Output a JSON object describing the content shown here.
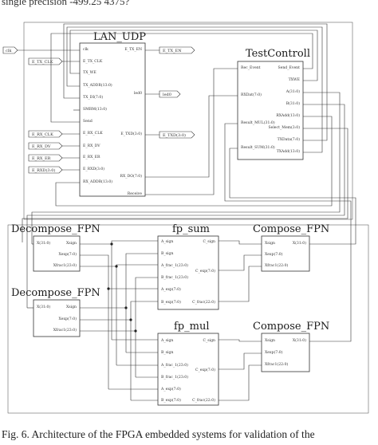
{
  "header_fragment": "single precision -499.25 4375?",
  "caption": "Fig. 6.   Architecture of the FPGA embedded systems for validation of the",
  "blocks": {
    "lan_udp": {
      "title": "LAN_UDP",
      "left_ports": [
        "clk",
        "E_TX_CLK",
        "TX_WE",
        "TX_ADDR(13:0)",
        "TX_DI(7:0)",
        "SMRM(13:0)",
        "Send",
        "E_RX_CLK",
        "E_RX_DV",
        "E_RX_ER",
        "E_RXD(3:0)",
        "RX_ADDR(13:0)"
      ],
      "right_ports": [
        "E_TX_EN",
        "led0",
        "E_TXD(3:0)",
        "RX_DO(7:0)",
        "Receive"
      ]
    },
    "test_controll": {
      "title": "TestControll",
      "left_ports": [
        "Rec_Event",
        "RXDat(7:0)",
        "Result_MUL(31:0)",
        "Result_SUM(31:0)"
      ],
      "right_ports": [
        "Send_Event",
        "TXWE",
        "A(31:0)",
        "B(31:0)",
        "RXAdd(13:0)",
        "Select_Mem(3:0)",
        "TXData(7:0)",
        "TXAdd(13:0)"
      ]
    },
    "decompose_1": {
      "title": "Decompose_FPN",
      "left_ports": [
        "X(31:0)"
      ],
      "right_ports": [
        "Xsign",
        "Xexp(7:0)",
        "Xfrac1(23:0)"
      ]
    },
    "decompose_2": {
      "title": "Decompose_FPN",
      "left_ports": [
        "X(31:0)"
      ],
      "right_ports": [
        "Xsign",
        "Xexp(7:0)",
        "Xfrac1(23:0)"
      ]
    },
    "fp_sum": {
      "title": "fp_sum",
      "left_ports": [
        "A_sign",
        "B_sign",
        "A_frac_1(23:0)",
        "B_frac_1(23:0)",
        "A_exp(7:0)",
        "B_exp(7:0)"
      ],
      "right_ports": [
        "C_sign",
        "C_exp(7:0)",
        "C_frac(22:0)"
      ]
    },
    "fp_mul": {
      "title": "fp_mul",
      "left_ports": [
        "A_sign",
        "B_sign",
        "A_frac_1(23:0)",
        "B_frac_1(23:0)",
        "A_exp(7:0)",
        "B_exp(7:0)"
      ],
      "right_ports": [
        "C_sign",
        "C_exp(7:0)",
        "C_frac(22:0)"
      ]
    },
    "compose_1": {
      "title": "Compose_FPN",
      "left_ports": [
        "Xsign",
        "Xexp(7:0)",
        "Xfrac1(22:0)"
      ],
      "right_ports": [
        "X(31:0)"
      ]
    },
    "compose_2": {
      "title": "Compose_FPN",
      "left_ports": [
        "Xsign",
        "Xexp(7:0)",
        "Xfrac1(22:0)"
      ],
      "right_ports": [
        "X(31:0)"
      ]
    }
  },
  "io_pads": {
    "left": [
      "clk",
      "E_TX_CLK",
      "E_RX_CLK",
      "E_RX_DV",
      "E_RX_ER",
      "E_RXD(3:0)"
    ],
    "right": [
      "E_TX_EN",
      "led0",
      "E_TXD(3:0)"
    ]
  }
}
